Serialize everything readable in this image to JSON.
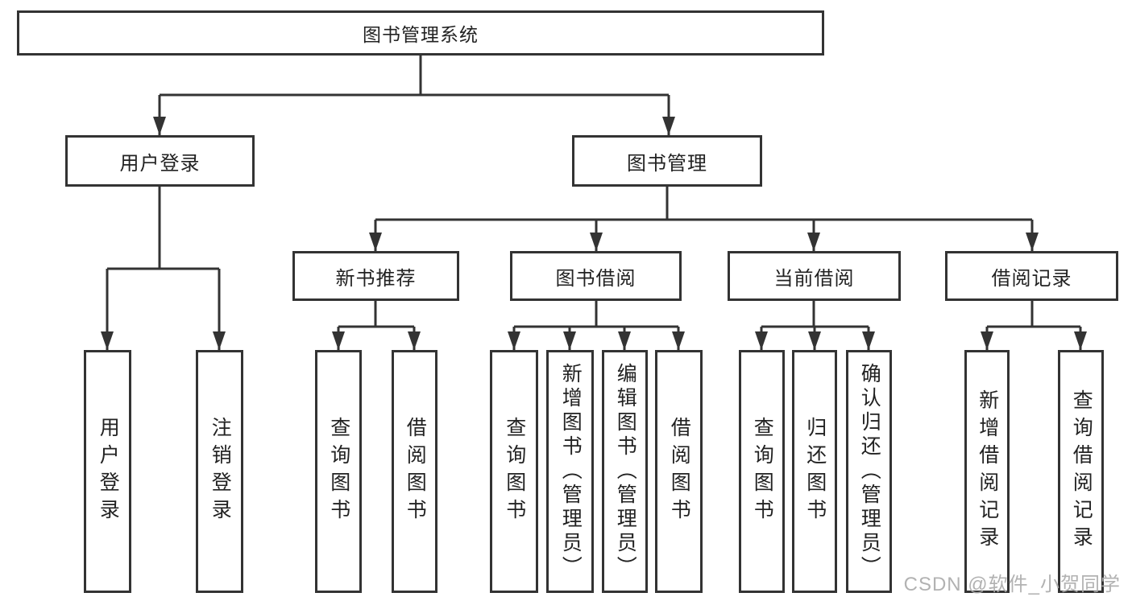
{
  "diagram": {
    "type": "tree",
    "title": "图书管理系统",
    "line_color": "#333333",
    "box_border_color": "#333333",
    "text_color": "#222222",
    "background_color": "#ffffff",
    "nodes": {
      "root": "图书管理系统",
      "user_login": "用户登录",
      "book_management": "图书管理",
      "new_book_recommend": "新书推荐",
      "book_borrow": "图书借阅",
      "current_borrow": "当前借阅",
      "borrow_record": "借阅记录",
      "leaf_user_login": "用户登录",
      "leaf_logout": "注销登录",
      "leaf_query_book_1": "查询图书",
      "leaf_borrow_book_1": "借阅图书",
      "leaf_query_book_2": "查询图书",
      "leaf_add_book": "新增图书（管理员）",
      "leaf_edit_book": "编辑图书（管理员）",
      "leaf_borrow_book_2": "借阅图书",
      "leaf_query_book_3": "查询图书",
      "leaf_return_book": "归还图书",
      "leaf_confirm_return": "确认归还（管理员）",
      "leaf_add_borrow_record": "新增借阅记录",
      "leaf_query_borrow_record": "查询借阅记录"
    },
    "edges": [
      [
        "root",
        "user_login"
      ],
      [
        "root",
        "book_management"
      ],
      [
        "user_login",
        "leaf_user_login"
      ],
      [
        "user_login",
        "leaf_logout"
      ],
      [
        "book_management",
        "new_book_recommend"
      ],
      [
        "book_management",
        "book_borrow"
      ],
      [
        "book_management",
        "current_borrow"
      ],
      [
        "book_management",
        "borrow_record"
      ],
      [
        "new_book_recommend",
        "leaf_query_book_1"
      ],
      [
        "new_book_recommend",
        "leaf_borrow_book_1"
      ],
      [
        "book_borrow",
        "leaf_query_book_2"
      ],
      [
        "book_borrow",
        "leaf_add_book"
      ],
      [
        "book_borrow",
        "leaf_edit_book"
      ],
      [
        "book_borrow",
        "leaf_borrow_book_2"
      ],
      [
        "current_borrow",
        "leaf_query_book_3"
      ],
      [
        "current_borrow",
        "leaf_return_book"
      ],
      [
        "current_borrow",
        "leaf_confirm_return"
      ],
      [
        "borrow_record",
        "leaf_add_borrow_record"
      ],
      [
        "borrow_record",
        "leaf_query_borrow_record"
      ]
    ],
    "watermark": {
      "text": "CSDN @软件_小贺同学",
      "color": "#ababab"
    }
  }
}
